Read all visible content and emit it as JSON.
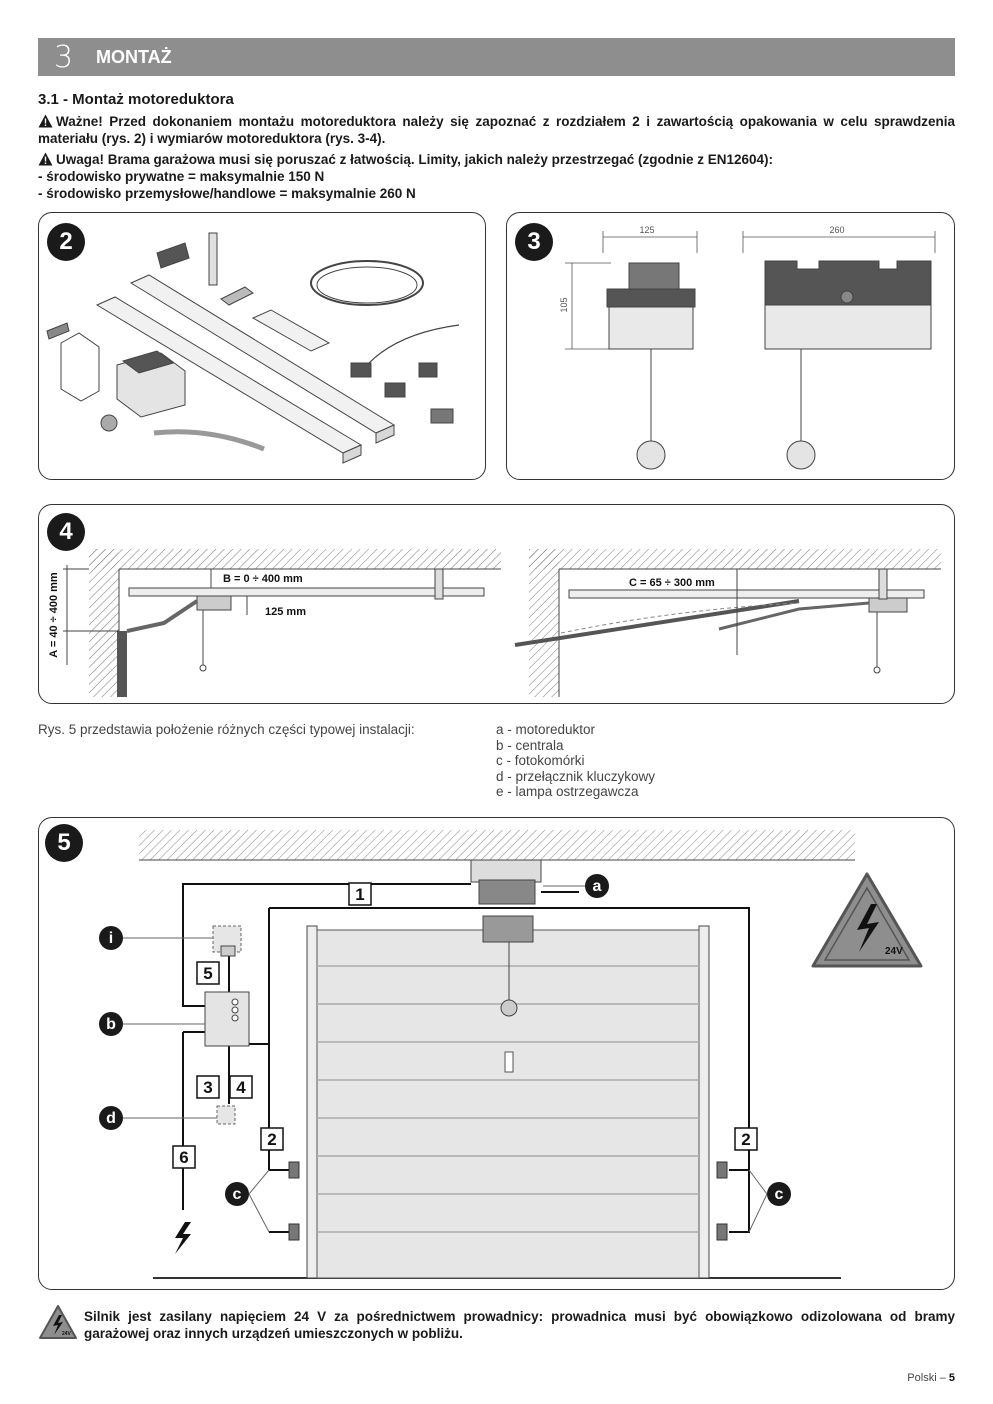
{
  "chapter": {
    "number": "3",
    "title": "MONTAŻ"
  },
  "section_title": "3.1 - Montaż motoreduktora",
  "paragraphs": {
    "important": "Ważne! Przed dokonaniem montażu motoreduktora należy się zapoznać z rozdziałem 2 i zawartością opakowania w celu sprawdzenia materiału (rys. 2) i wymiarów motoreduktora (rys. 3-4).",
    "warning": "Uwaga! Brama garażowa musi się poruszać z łatwością. Limity, jakich należy przestrzegać (zgodnie z EN12604):",
    "limit_private": "- środowisko prywatne = maksymalnie 150 N",
    "limit_industrial": "- środowisko przemysłowe/handlowe = maksymalnie 260 N"
  },
  "figures": {
    "fig2": {
      "number": "2"
    },
    "fig3": {
      "number": "3",
      "dim_width_small": "125",
      "dim_width_large": "260",
      "dim_height": "105"
    },
    "fig4": {
      "number": "4",
      "dim_a": "A = 40 ÷ 400 mm",
      "dim_b": "B = 0 ÷ 400 mm",
      "dim_125": "125 mm",
      "dim_c": "C = 65 ÷ 300 mm"
    },
    "fig5": {
      "number": "5",
      "voltage": "24V",
      "cable_numbers": [
        "1",
        "2",
        "2",
        "3",
        "4",
        "5",
        "6"
      ],
      "callouts": [
        "a",
        "b",
        "c",
        "c",
        "d",
        "i"
      ]
    }
  },
  "caption": "Rys. 5 przedstawia położenie różnych części typowej instalacji:",
  "legend": [
    "a - motoreduktor",
    "b - centrala",
    "c - fotokomórki",
    "d - przełącznik kluczykowy",
    "e - lampa ostrzegawcza"
  ],
  "footer_note": "Silnik jest zasilany napięciem 24 V za pośrednictwem prowadnicy: prowadnica musi być obowiązkowo odizolowana od bramy garażowej oraz innych urządzeń umieszczonych w pobliżu.",
  "footer_voltage": "24V",
  "page": {
    "language": "Polski",
    "separator": " – ",
    "number": "5"
  },
  "colors": {
    "bar": "#8e8e8e",
    "badge": "#1a1a1a",
    "warning_fill": "#8e8e8e"
  }
}
